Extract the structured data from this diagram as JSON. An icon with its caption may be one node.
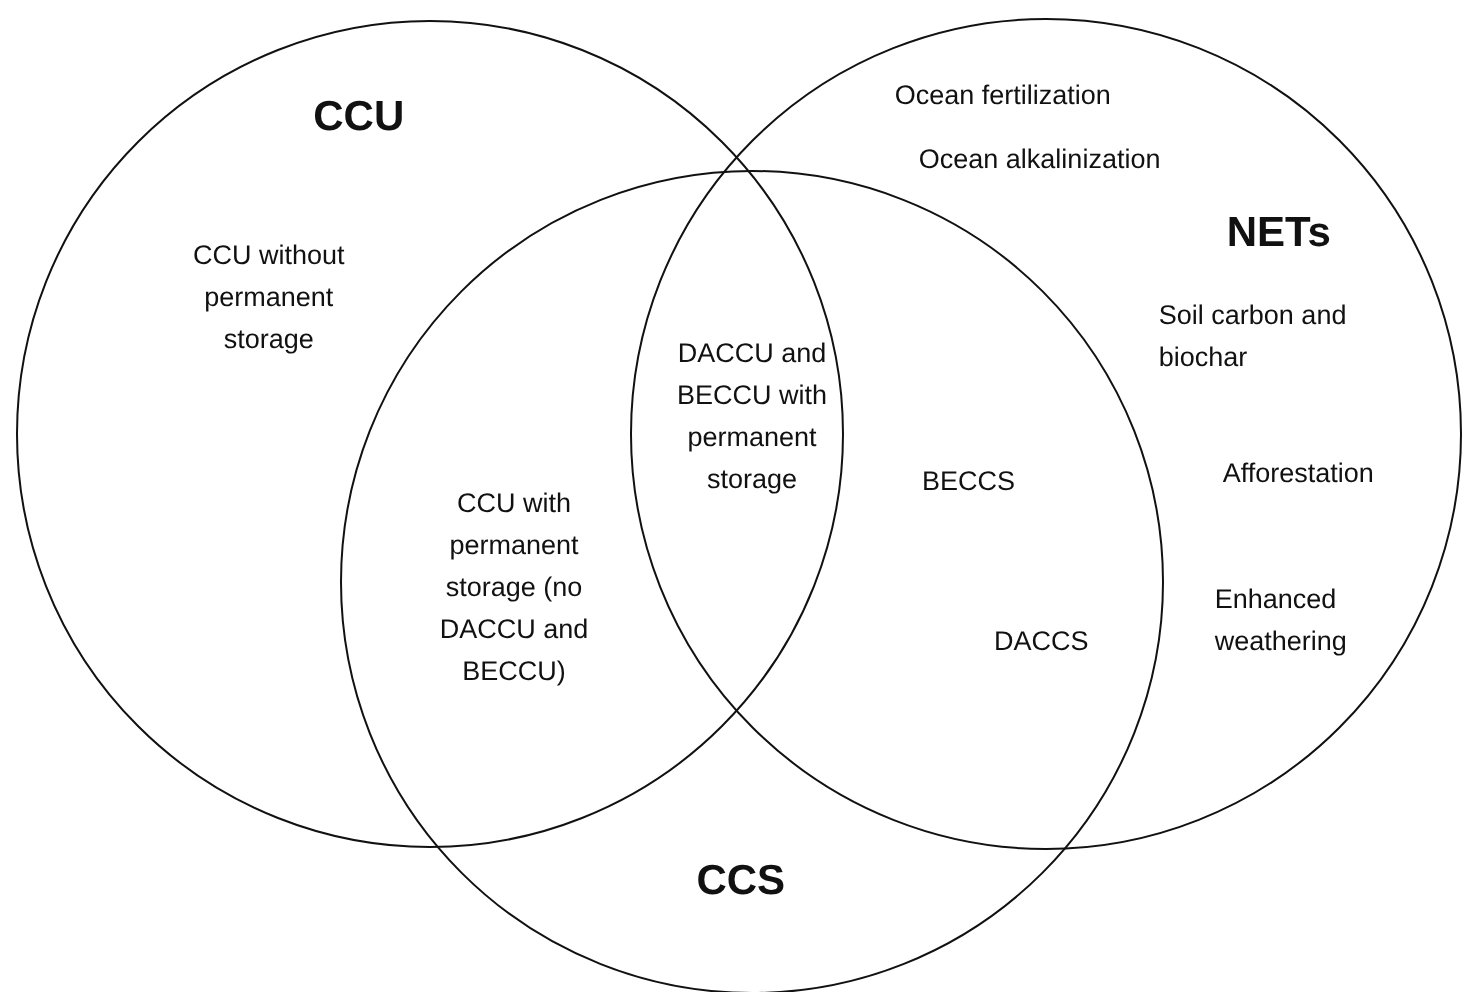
{
  "diagram": {
    "nodes": [
      {
        "text": [
          "CCU",
          "CCU without permanent storage"
        ]
      },
      {
        "text": [
          "NETs",
          "Ocean fertilization",
          "Ocean alkalinization",
          "Soil carbon and biochar",
          "Afforestation",
          "Enhanced weathering"
        ]
      },
      {
        "text": [
          "CCS"
        ]
      }
    ],
    "labels": [
      "DACCU and BECCU with permanent storage",
      "CCU with permanent storage (no DACCU and BECCU)",
      "BECCS",
      "DACCS"
    ]
  }
}
